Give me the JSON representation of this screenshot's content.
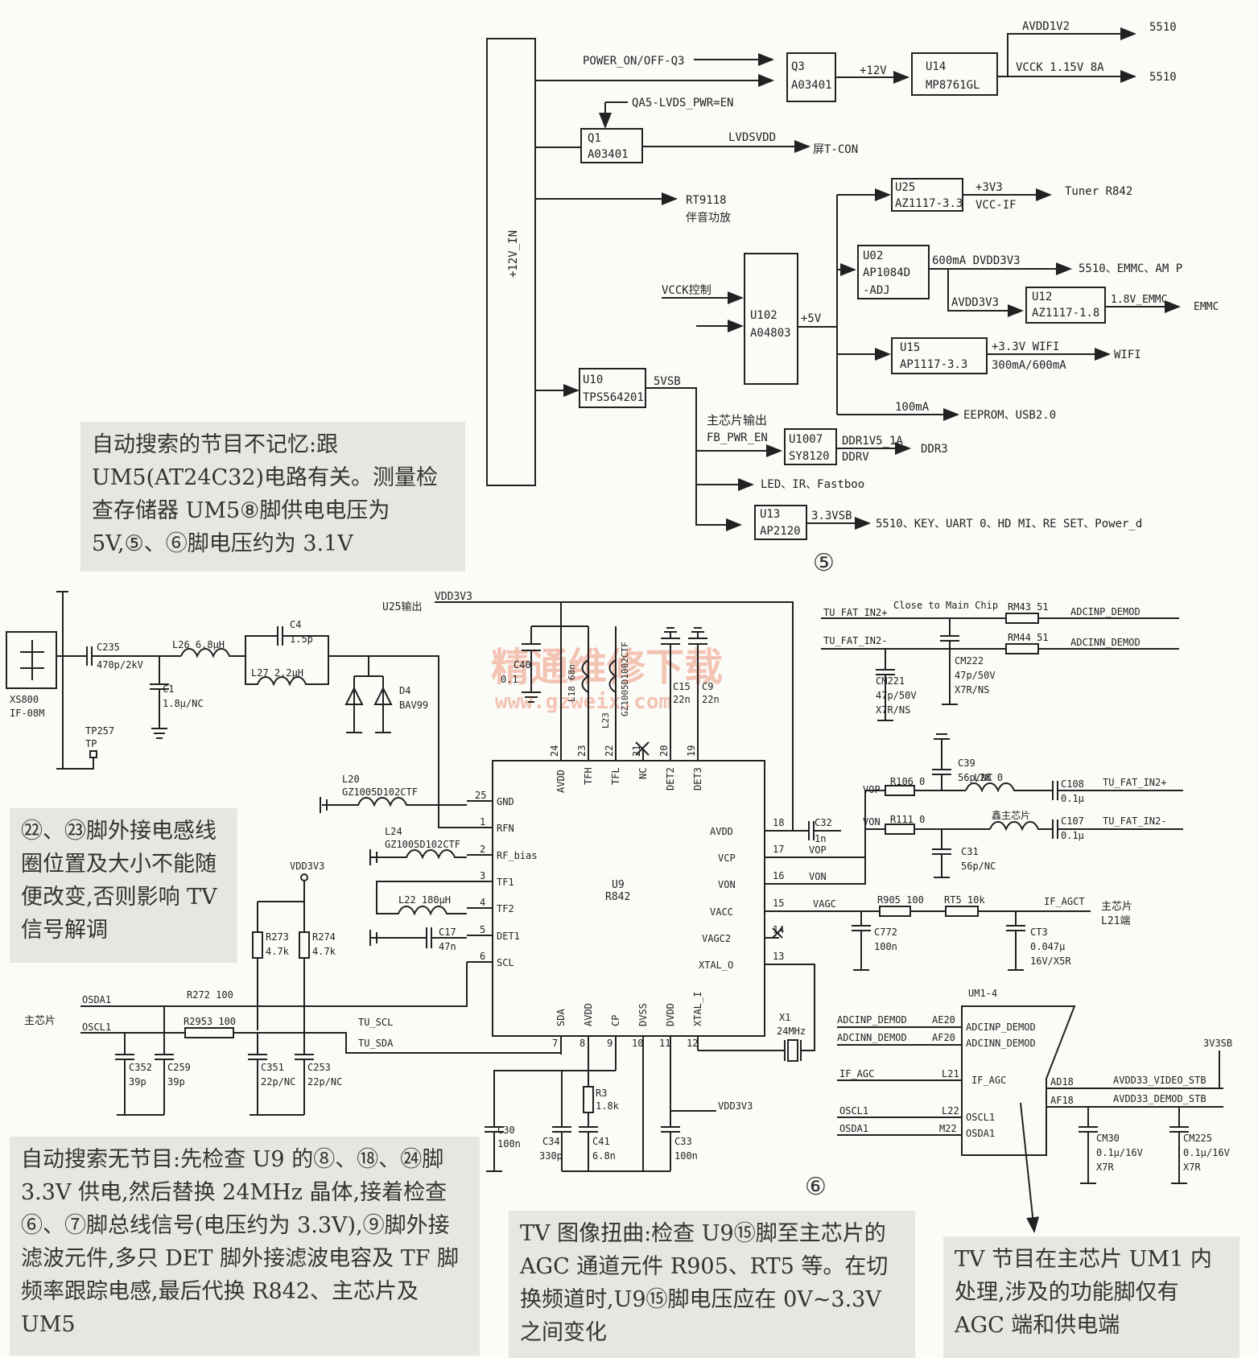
{
  "upper": {
    "rail": "+12V_IN",
    "power_on": "POWER_ON/OFF-Q3",
    "q3_a": "Q3",
    "q3_b": "A03401",
    "v12": "+12V",
    "u14_a": "U14",
    "u14_b": "MP8761GL",
    "avdd1v2": "AVDD1V2",
    "vcck": "VCCK 1.15V 8A",
    "t5510": "5510",
    "qa5": "QA5-LVDS_PWR=EN",
    "q1_a": "Q1",
    "q1_b": "A03401",
    "lvdsvdd": "LVDSVDD",
    "tcon": "屏T-CON",
    "rt9118": "RT9118",
    "rt9118_b": "伴音功放",
    "vcck_ctl": "VCCK控制",
    "u102_a": "U102",
    "u102_b": "A04803",
    "v5": "+5V",
    "u10_a": "U10",
    "u10_b": "TPS564201",
    "v5sb": "5VSB",
    "u25_a": "U25",
    "u25_b": "AZ1117-3.3",
    "u25_o1": "+3V3",
    "u25_o2": "VCC-IF",
    "tuner": "Tuner R842",
    "u02_a": "U02",
    "u02_b": "AP1084D",
    "u02_c": "-ADJ",
    "dvdd": "600mA DVDD3V3",
    "dvdd_t": "5510、EMMC、AM P",
    "avdd3v3": "AVDD3V3",
    "u12_a": "U12",
    "u12_b": "AZ1117-1.8",
    "emmc18": "1.8V_EMMC",
    "emmc": "EMMC",
    "u15_a": "U15",
    "u15_b": "AP1117-3.3",
    "wifi1": "+3.3V WIFI",
    "wifi2": "300mA/600mA",
    "wifi": "WIFI",
    "ma100": "100mA",
    "eeprom": "EEPROM、USB2.0",
    "mainout": "主芯片输出",
    "fbpwr": "FB_PWR_EN",
    "u1007_a": "U1007",
    "u1007_b": "SY8120",
    "ddr1": "DDR1V5_1A",
    "ddr2": "DDRV",
    "ddr3": "DDR3",
    "led": "LED、IR、Fastboo",
    "u13_a": "U13",
    "u13_b": "AP2120",
    "v33sb": "3.3VSB",
    "t33sb": "5510、KEY、UART 0、HD MI、RE SET、Power_d",
    "fig": "⑤"
  },
  "lower": {
    "u25out": "U25输出",
    "vdd3v3": "VDD3V3",
    "xs800": "XS800",
    "if08m": "IF-08M",
    "c235": "C235",
    "c235v": "470p/2kV",
    "l26": "L26 6.8μH",
    "c4": "C4",
    "c4v": "1.5p",
    "l27": "L27 2.2μH",
    "c1": "C1",
    "c1v": "1.8μ/NC",
    "d4": "D4",
    "bav99": "BAV99",
    "tp257": "TP257",
    "tp": "TP",
    "l20": "L20",
    "l20v": "GZ1005D102CTF",
    "l24": "L24",
    "l24v": "GZ1005D102CTF",
    "l22": "L22 180μH",
    "c17": "C17",
    "c17v": "47n",
    "r273": "R273",
    "r273v": "4.7k",
    "r274": "R274",
    "r274v": "4.7k",
    "osda1": "OSDA1",
    "oscl1": "OSCL1",
    "main": "主芯片",
    "r272": "R272 100",
    "r2953": "R2953 100",
    "tuscl": "TU_SCL",
    "tusda": "TU_SDA",
    "c352": "C352",
    "c352v": "39p",
    "c259": "C259",
    "c259v": "39p",
    "c351": "C351",
    "c351v": "22p/NC",
    "c253": "C253",
    "c253v": "22p/NC",
    "u9": "U9",
    "r842": "R842",
    "lp": [
      "GND",
      "RFN",
      "RF_bias",
      "TF1",
      "TF2",
      "DET1",
      "SCL"
    ],
    "lpn": [
      "25",
      "1",
      "2",
      "3",
      "4",
      "5",
      "6"
    ],
    "rp": [
      "AVDD",
      "VCP",
      "VON",
      "VACC",
      "VAGC2",
      "XTAL_O"
    ],
    "rpn": [
      "18",
      "17",
      "16",
      "15",
      "14",
      "13"
    ],
    "tp_": [
      "AVDD",
      "TFH",
      "TFL",
      "NC",
      "DET2",
      "DET3"
    ],
    "tpn": [
      "24",
      "23",
      "22",
      "21",
      "20",
      "19"
    ],
    "bp": [
      "SDA",
      "AVDD",
      "CP",
      "DVSS",
      "DVDD",
      "XTAL_I"
    ],
    "bpn": [
      "7",
      "8",
      "9",
      "10",
      "11",
      "12"
    ],
    "c40": "C40",
    "c40v": "0.1",
    "l18": "L18",
    "l18v": "68n",
    "l23": "L23",
    "l23v": "GZ1005D1002CTF",
    "c15": "C15",
    "c15v": "22n",
    "c9": "C9",
    "c9v": "22n",
    "c30": "C30",
    "c30v": "100n",
    "c34": "C34",
    "c34v": "330p",
    "r3": "R3",
    "r3v": "1.8k",
    "c41": "C41",
    "c41v": "6.8n",
    "c33": "C33",
    "c33v": "100n",
    "x1": "X1",
    "x1v": "24MHz",
    "c32": "C32",
    "c32v": "1n",
    "vop": "VOP",
    "von": "VON",
    "vagc": "VAGC",
    "tufat1": "TU_FAT_IN2+",
    "tufat2": "TU_FAT_IN2-",
    "close": "Close to Main Chip",
    "rm43": "RM43 51",
    "rm44": "RM44 51",
    "adcp": "ADCINP_DEMOD",
    "adcn": "ADCINN_DEMOD",
    "cm221": "CM221",
    "cm221v": "47p/50V",
    "cm221x": "X7R/NS",
    "cm222": "CM222",
    "cm222v": "47p/50V",
    "cm222x": "X7R/NS",
    "c39": "C39",
    "c39v": "56p/NC",
    "r106": "R106 0",
    "r111": "R111 0",
    "l28": "L28 0",
    "xin": "鑫主芯片",
    "c108": "C108",
    "c108v": "0.1μ",
    "c107": "C107",
    "c107v": "0.1μ",
    "c31": "C31",
    "c31v": "56p/NC",
    "r905": "R905 100",
    "rt5": "RT5 10k",
    "ifagct": "IF_AGCT",
    "mainl21": "主芯片",
    "l21end": "L21端",
    "c772": "C772",
    "c772v": "100n",
    "ct3": "CT3",
    "ct3v": "0.047μ",
    "ct3x": "16V/X5R",
    "um1": "UM1-4",
    "ae20": "AE20",
    "af20": "AF20",
    "l21": "L21",
    "l22p": "L22",
    "m22": "M22",
    "ifagc": "IF_AGC",
    "ifagc2": "IF_AGC",
    "oscl1b": "OSCL1",
    "osda1b": "OSDA1",
    "ad18": "AD18",
    "af18": "AF18",
    "avv": "AVDD33_VIDEO_STB",
    "avd": "AVDD33_DEMOD_STB",
    "v3sb": "3V3SB",
    "cm30": "CM30",
    "cm30v": "0.1μ/16V",
    "cm30x": "X7R",
    "cm225": "CM225",
    "cm225v": "0.1μ/16V",
    "cm225x": "X7R",
    "fig": "⑥",
    "watermark": "精通维修下载",
    "watermark2": "www.gzweix.com"
  },
  "notes": {
    "n1": "自动搜索的节目不记忆:跟 UM5(AT24C32)电路有关。测量检查存储器 UM5⑧脚供电电压为 5V,⑤、⑥脚电压约为 3.1V",
    "n2": "㉒、㉓脚外接电感线圈位置及大小不能随便改变,否则影响 TV 信号解调",
    "n3": "自动搜索无节目:先检查 U9 的⑧、⑱、㉔脚 3.3V 供电,然后替换 24MHz 晶体,接着检查⑥、⑦脚总线信号(电压约为 3.3V),⑨脚外接滤波元件,多只 DET 脚外接滤波电容及 TF 脚频率跟踪电感,最后代换 R842、主芯片及 UM5",
    "n4": "TV 图像扭曲:检查 U9⑮脚至主芯片的 AGC 通道元件 R905、RT5 等。在切换频道时,U9⑮脚电压应在 0V~3.3V 之间变化",
    "n5": "TV 节目在主芯片 UM1 内处理,涉及的功能脚仅有 AGC 端和供电端"
  }
}
